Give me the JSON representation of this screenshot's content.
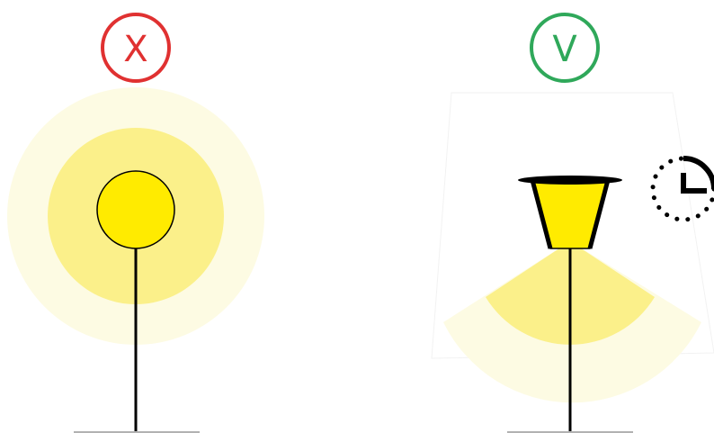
{
  "panels": [
    {
      "verdict": "incorrect",
      "mark": "X",
      "mark_color": "#e03131",
      "fixture": "globe-lamp",
      "glow": "omnidirectional"
    },
    {
      "verdict": "correct",
      "mark": "V",
      "mark_color": "#2fa85a",
      "fixture": "shielded-downlight",
      "glow": "downward-cone",
      "extra_icon": "timer-icon"
    }
  ],
  "colors": {
    "lamp_yellow": "#ffeb00",
    "glow_inner": "#fbf08a",
    "glow_outer": "#fdfbe3",
    "pole": "#000000",
    "shade_top": "#000000"
  }
}
